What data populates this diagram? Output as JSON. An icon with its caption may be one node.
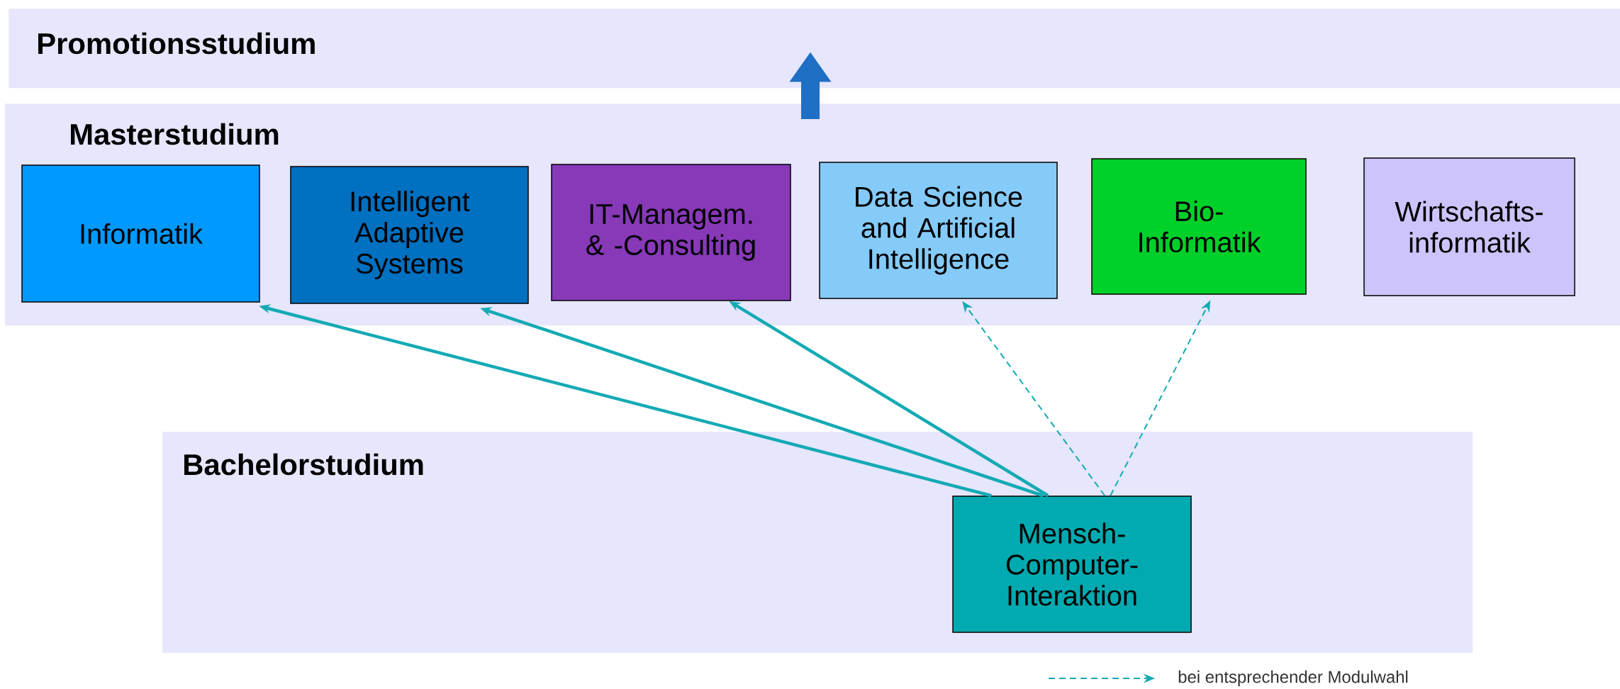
{
  "diagram": {
    "nodes": [
      {
        "text": [
          "Promotionsstudium"
        ]
      },
      {
        "text": [
          "Masterstudium"
        ]
      },
      {
        "text": [
          "Informatik"
        ],
        "in": 1
      },
      {
        "text": [
          "Intelligent Adaptive Systems"
        ],
        "in": 1
      },
      {
        "text": [
          "IT-Managem. & -Consulting"
        ],
        "in": 1
      },
      {
        "text": [
          "Data Science and Artificial Intelligence"
        ],
        "in": 1
      },
      {
        "text": [
          "Bio-Informatik"
        ],
        "in": 1
      },
      {
        "text": [
          "Wirtschafts-informatik"
        ],
        "in": 1
      },
      {
        "text": [
          "Bachelorstudium"
        ]
      },
      {
        "text": [
          "Mensch-Computer-Interaktion"
        ],
        "in": 8
      }
    ],
    "edges": [
      {
        "from": 9,
        "to": 2,
        "arrow": "to"
      },
      {
        "from": 9,
        "to": 3,
        "arrow": "to"
      },
      {
        "from": 9,
        "to": 4,
        "arrow": "to"
      },
      {
        "from": 9,
        "to": 5,
        "arrow": "to",
        "style": "dashed"
      },
      {
        "from": 9,
        "to": 6,
        "arrow": "to",
        "style": "dashed"
      },
      {
        "from": 1,
        "to": 0,
        "arrow": "to",
        "style": "thick",
        "color": "#1f6fc4"
      }
    ],
    "legend": [
      {
        "text": "bei entsprechender Modulwahl"
      }
    ]
  }
}
